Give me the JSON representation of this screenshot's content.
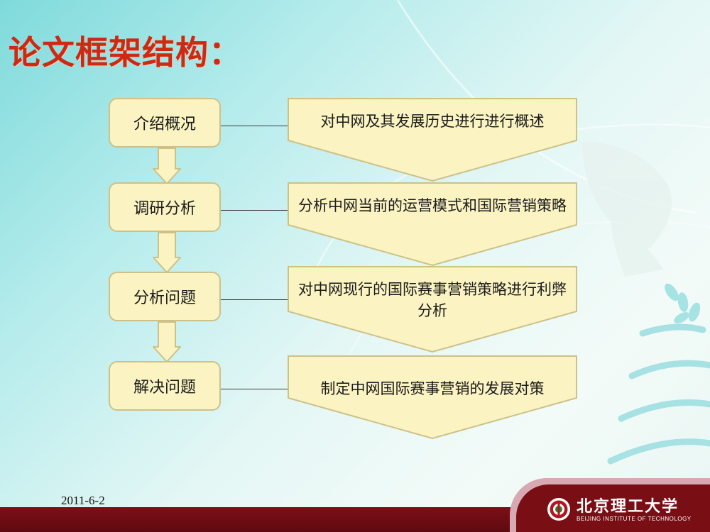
{
  "title": "论文框架结构：",
  "steps": [
    {
      "label": "介绍概况",
      "description": "对中网及其发展历史进行进行概述"
    },
    {
      "label": "调研分析",
      "description": "分析中网当前的运营模式和国际营销策略"
    },
    {
      "label": "分析问题",
      "description": "对中网现行的国际赛事营销策略进行利弊分析"
    },
    {
      "label": "解决问题",
      "description": "制定中网国际赛事营销的发展对策"
    }
  ],
  "footer": {
    "date": "2011-6-2",
    "logo_name": "北京理工大学",
    "logo_subtitle": "BEIJING INSTITUTE OF TECHNOLOGY"
  },
  "colors": {
    "title": "#cc2a12",
    "box_fill": "#fbf3c2",
    "box_border": "#cdc188",
    "footer": "#7d0f16"
  }
}
